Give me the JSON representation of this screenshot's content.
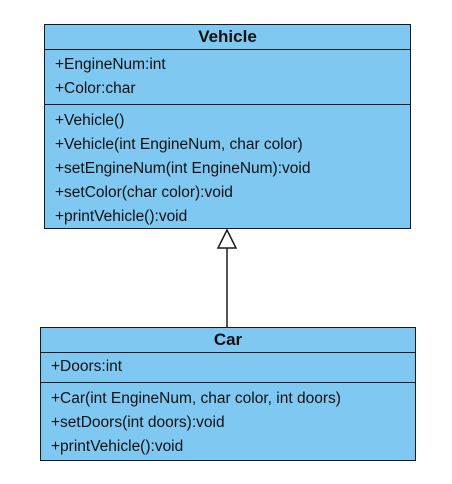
{
  "diagram": {
    "classes": {
      "vehicle": {
        "name": "Vehicle",
        "attributes": [
          "+EngineNum:int",
          "+Color:char"
        ],
        "methods": [
          "+Vehicle()",
          "+Vehicle(int EngineNum, char color)",
          "+setEngineNum(int EngineNum):void",
          "+setColor(char color):void",
          "+printVehicle():void"
        ]
      },
      "car": {
        "name": "Car",
        "attributes": [
          "+Doors:int"
        ],
        "methods": [
          "+Car(int EngineNum, char color, int doors)",
          "+setDoors(int doors):void",
          "+printVehicle():void"
        ]
      }
    },
    "relationship": {
      "type": "generalization",
      "from": "car",
      "to": "vehicle"
    },
    "colors": {
      "class_fill": "#7fc8f2",
      "border": "#1a1a1a",
      "background": "#ffffff"
    }
  }
}
